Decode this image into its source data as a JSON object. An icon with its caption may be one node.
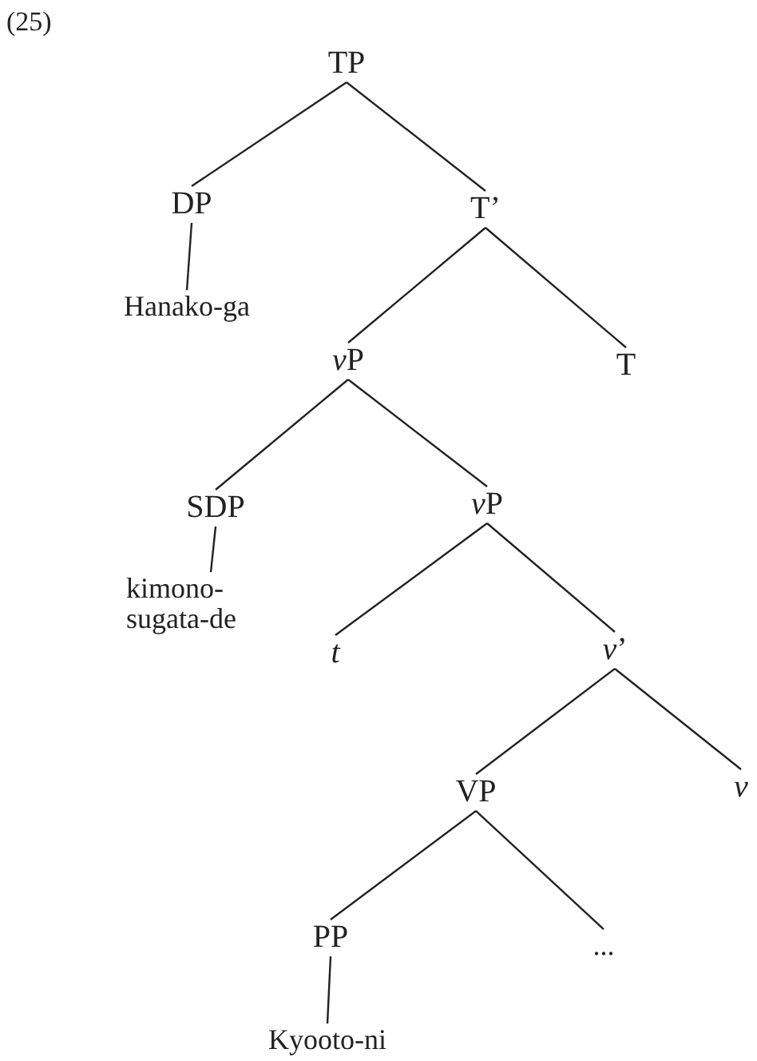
{
  "diagram": {
    "nodes": [
      {
        "text": [
          "TP"
        ]
      },
      {
        "text": [
          "DP"
        ]
      },
      {
        "text": [
          "Hanako-ga"
        ]
      },
      {
        "text": [
          "T’"
        ]
      },
      {
        "text": [
          "vP"
        ]
      },
      {
        "text": [
          "T"
        ]
      },
      {
        "text": [
          "SDP"
        ]
      },
      {
        "text": [
          "kimono- sugata-de"
        ]
      },
      {
        "text": [
          "vP"
        ]
      },
      {
        "text": [
          "t"
        ]
      },
      {
        "text": [
          "v’"
        ]
      },
      {
        "text": [
          "VP"
        ]
      },
      {
        "text": [
          "v"
        ]
      },
      {
        "text": [
          "PP"
        ]
      },
      {
        "text": [
          "..."
        ]
      },
      {
        "text": [
          "Kyooto-ni"
        ]
      }
    ],
    "edges": [
      {
        "from": 0,
        "to": 1,
        "arrow": "none"
      },
      {
        "from": 0,
        "to": 3,
        "arrow": "none"
      },
      {
        "from": 1,
        "to": 2,
        "arrow": "none"
      },
      {
        "from": 3,
        "to": 4,
        "arrow": "none"
      },
      {
        "from": 3,
        "to": 5,
        "arrow": "none"
      },
      {
        "from": 4,
        "to": 6,
        "arrow": "none"
      },
      {
        "from": 4,
        "to": 8,
        "arrow": "none"
      },
      {
        "from": 6,
        "to": 7,
        "arrow": "none"
      },
      {
        "from": 8,
        "to": 9,
        "arrow": "none"
      },
      {
        "from": 8,
        "to": 10,
        "arrow": "none"
      },
      {
        "from": 10,
        "to": 11,
        "arrow": "none"
      },
      {
        "from": 10,
        "to": 12,
        "arrow": "none"
      },
      {
        "from": 11,
        "to": 13,
        "arrow": "none"
      },
      {
        "from": 11,
        "to": 14,
        "arrow": "none"
      },
      {
        "from": 13,
        "to": 15,
        "arrow": "none"
      }
    ],
    "labels": [
      "(25)"
    ]
  }
}
